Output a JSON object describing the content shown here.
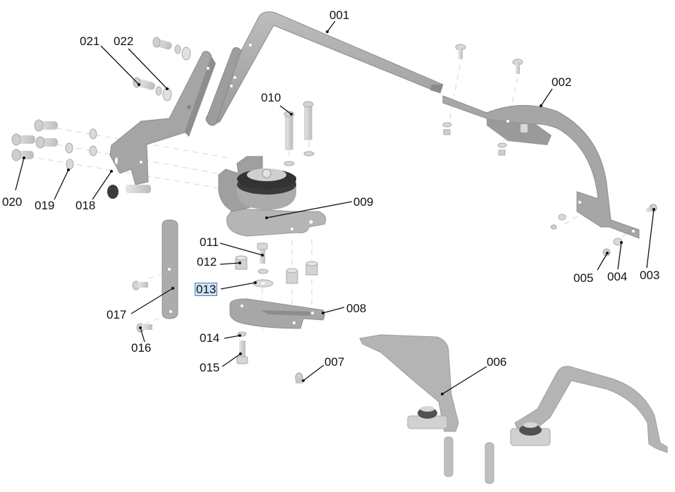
{
  "diagram": {
    "type": "exploded-parts-assembly",
    "colors": {
      "part_fill": "#a9a9a9",
      "part_dark": "#8c8c8c",
      "part_light": "#c4c4c4",
      "hardware_fill": "#d8d8d8",
      "pulley_dark": "#3a3a3a",
      "leader_line": "#111111",
      "highlight_bg": "#cfe3f5",
      "highlight_border": "#4a7fb5"
    },
    "callouts": [
      {
        "id": "001",
        "label": "001",
        "part": "main-arm-bar"
      },
      {
        "id": "002",
        "label": "002",
        "part": "curved-rear-bracket"
      },
      {
        "id": "003",
        "label": "003",
        "part": "carriage-bolt"
      },
      {
        "id": "004",
        "label": "004",
        "part": "washer"
      },
      {
        "id": "005",
        "label": "005",
        "part": "nut"
      },
      {
        "id": "006",
        "label": "006",
        "part": "assembled-unit-preview"
      },
      {
        "id": "007",
        "label": "007",
        "part": "small-fitting"
      },
      {
        "id": "008",
        "label": "008",
        "part": "slotted-base-plate"
      },
      {
        "id": "009",
        "label": "009",
        "part": "pulley-housing"
      },
      {
        "id": "010",
        "label": "010",
        "part": "long-pin"
      },
      {
        "id": "011",
        "label": "011",
        "part": "short-bolt"
      },
      {
        "id": "012",
        "label": "012",
        "part": "spacer-bushing"
      },
      {
        "id": "013",
        "label": "013",
        "part": "flat-washer",
        "selected": true
      },
      {
        "id": "014",
        "label": "014",
        "part": "small-washer"
      },
      {
        "id": "015",
        "label": "015",
        "part": "lower-bolt"
      },
      {
        "id": "016",
        "label": "016",
        "part": "flange-bolt"
      },
      {
        "id": "017",
        "label": "017",
        "part": "vertical-strap"
      },
      {
        "id": "018",
        "label": "018",
        "part": "mounting-bracket"
      },
      {
        "id": "019",
        "label": "019",
        "part": "lock-washer"
      },
      {
        "id": "020",
        "label": "020",
        "part": "hex-bolt"
      },
      {
        "id": "021",
        "label": "021",
        "part": "upper-bolt"
      },
      {
        "id": "022",
        "label": "022",
        "part": "upper-washer"
      }
    ]
  }
}
